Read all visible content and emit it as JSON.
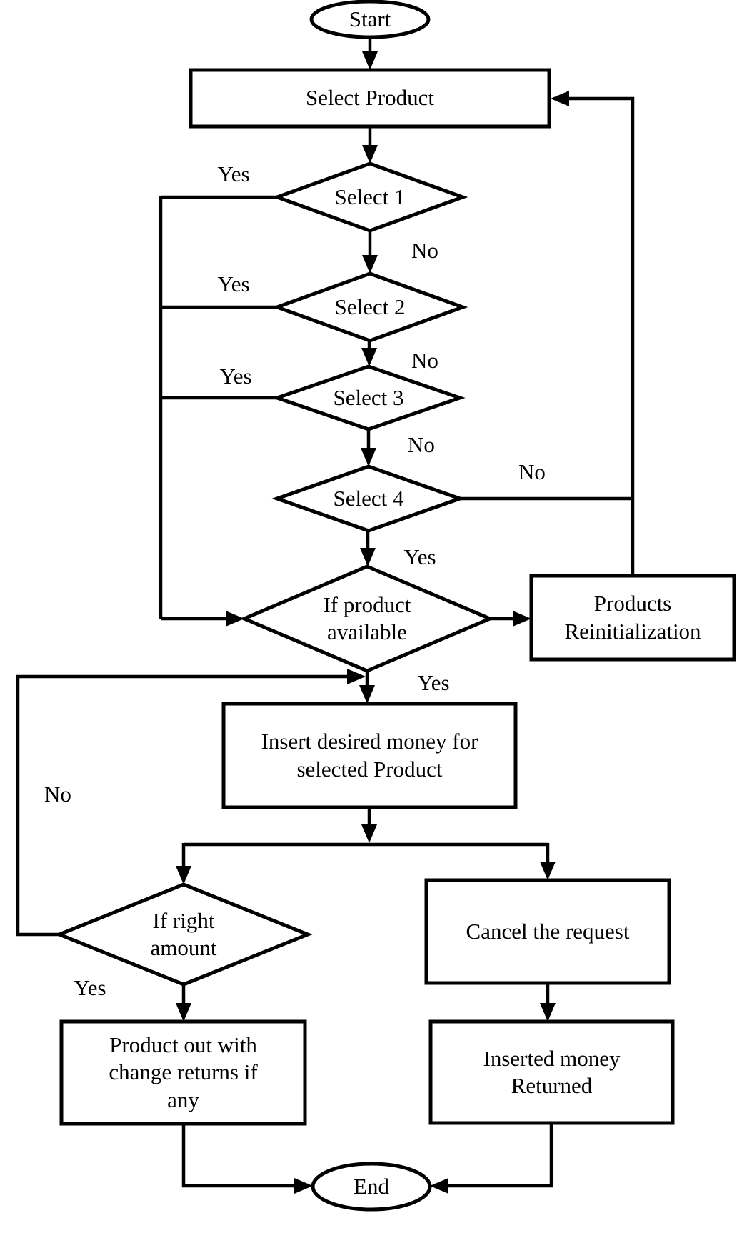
{
  "diagram": {
    "type": "flowchart",
    "background_color": "#ffffff",
    "line_color": "#000000",
    "text_color": "#000000",
    "nodes": {
      "start": {
        "shape": "ellipse",
        "label": "Start"
      },
      "select_product": {
        "shape": "rect",
        "label": "Select Product"
      },
      "select_1": {
        "shape": "diamond",
        "label": "Select 1"
      },
      "select_2": {
        "shape": "diamond",
        "label": "Select 2"
      },
      "select_3": {
        "shape": "diamond",
        "label": "Select 3"
      },
      "select_4": {
        "shape": "diamond",
        "label": "Select 4"
      },
      "if_product_available": {
        "shape": "diamond",
        "label": "If product\navailable"
      },
      "products_reinitialization": {
        "shape": "rect",
        "label": "Products\nReinitialization"
      },
      "insert_money": {
        "shape": "rect",
        "label": "Insert desired money for\nselected Product"
      },
      "if_right_amount": {
        "shape": "diamond",
        "label": "If right\namount"
      },
      "product_out": {
        "shape": "rect",
        "label": "Product out with\nchange returns if\nany"
      },
      "cancel_request": {
        "shape": "rect",
        "label": "Cancel the request"
      },
      "inserted_money_returned": {
        "shape": "rect",
        "label": "Inserted money\nReturned"
      },
      "end": {
        "shape": "ellipse",
        "label": "End"
      }
    },
    "edge_labels": {
      "select_1_yes": "Yes",
      "select_1_no": "No",
      "select_2_yes": "Yes",
      "select_2_no": "No",
      "select_3_yes": "Yes",
      "select_3_no": "No",
      "select_4_yes": "Yes",
      "select_4_no": "No",
      "if_product_available_yes": "Yes",
      "if_right_amount_yes": "Yes",
      "if_right_amount_no": "No"
    },
    "edges": [
      {
        "from": "start",
        "to": "select_product",
        "label": ""
      },
      {
        "from": "select_product",
        "to": "select_1",
        "label": ""
      },
      {
        "from": "select_1",
        "to": "select_2",
        "label": "No"
      },
      {
        "from": "select_2",
        "to": "select_3",
        "label": "No"
      },
      {
        "from": "select_3",
        "to": "select_4",
        "label": "No"
      },
      {
        "from": "select_1",
        "to": "if_product_available",
        "label": "Yes"
      },
      {
        "from": "select_2",
        "to": "if_product_available",
        "label": "Yes"
      },
      {
        "from": "select_3",
        "to": "if_product_available",
        "label": "Yes"
      },
      {
        "from": "select_4",
        "to": "if_product_available",
        "label": "Yes"
      },
      {
        "from": "select_4",
        "to": "select_product",
        "label": "No"
      },
      {
        "from": "if_product_available",
        "to": "products_reinitialization",
        "label": ""
      },
      {
        "from": "products_reinitialization",
        "to": "select_product",
        "label": ""
      },
      {
        "from": "if_product_available",
        "to": "insert_money",
        "label": "Yes"
      },
      {
        "from": "insert_money",
        "to": "if_right_amount",
        "label": ""
      },
      {
        "from": "insert_money",
        "to": "cancel_request",
        "label": ""
      },
      {
        "from": "if_right_amount",
        "to": "product_out",
        "label": "Yes"
      },
      {
        "from": "if_right_amount",
        "to": "insert_money",
        "label": "No"
      },
      {
        "from": "cancel_request",
        "to": "inserted_money_returned",
        "label": ""
      },
      {
        "from": "product_out",
        "to": "end",
        "label": ""
      },
      {
        "from": "inserted_money_returned",
        "to": "end",
        "label": ""
      }
    ]
  }
}
